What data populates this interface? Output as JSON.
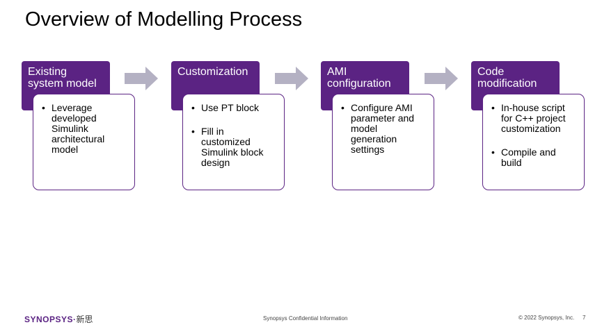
{
  "title": "Overview of Modelling Process",
  "steps": [
    {
      "header": [
        "Existing",
        "system model"
      ],
      "bullets": [
        [
          "Leverage",
          "developed",
          "Simulink",
          "architectural",
          "model"
        ]
      ]
    },
    {
      "header": [
        "Customization"
      ],
      "bullets": [
        [
          "Use PT block"
        ],
        [
          "Fill in",
          "customized",
          "Simulink block",
          "design"
        ]
      ]
    },
    {
      "header": [
        "AMI",
        "configuration"
      ],
      "bullets": [
        [
          "Configure AMI",
          "parameter and",
          "model",
          "generation",
          "settings"
        ]
      ]
    },
    {
      "header": [
        "Code",
        "modification"
      ],
      "bullets": [
        [
          "In-house script",
          "for C++ project",
          "customization"
        ],
        [
          "Compile and",
          "build"
        ]
      ]
    }
  ],
  "bullet_char": "•",
  "footer": {
    "logo": "SYNOPSYS",
    "logo_cn": "新思",
    "center": "Synopsys Confidential Information",
    "copyright": "© 2022 Synopsys, Inc.",
    "page": "7"
  },
  "colors": {
    "accent": "#5b2383",
    "arrow": "#b4b1c3"
  },
  "icons": [
    "right-arrow-icon"
  ]
}
